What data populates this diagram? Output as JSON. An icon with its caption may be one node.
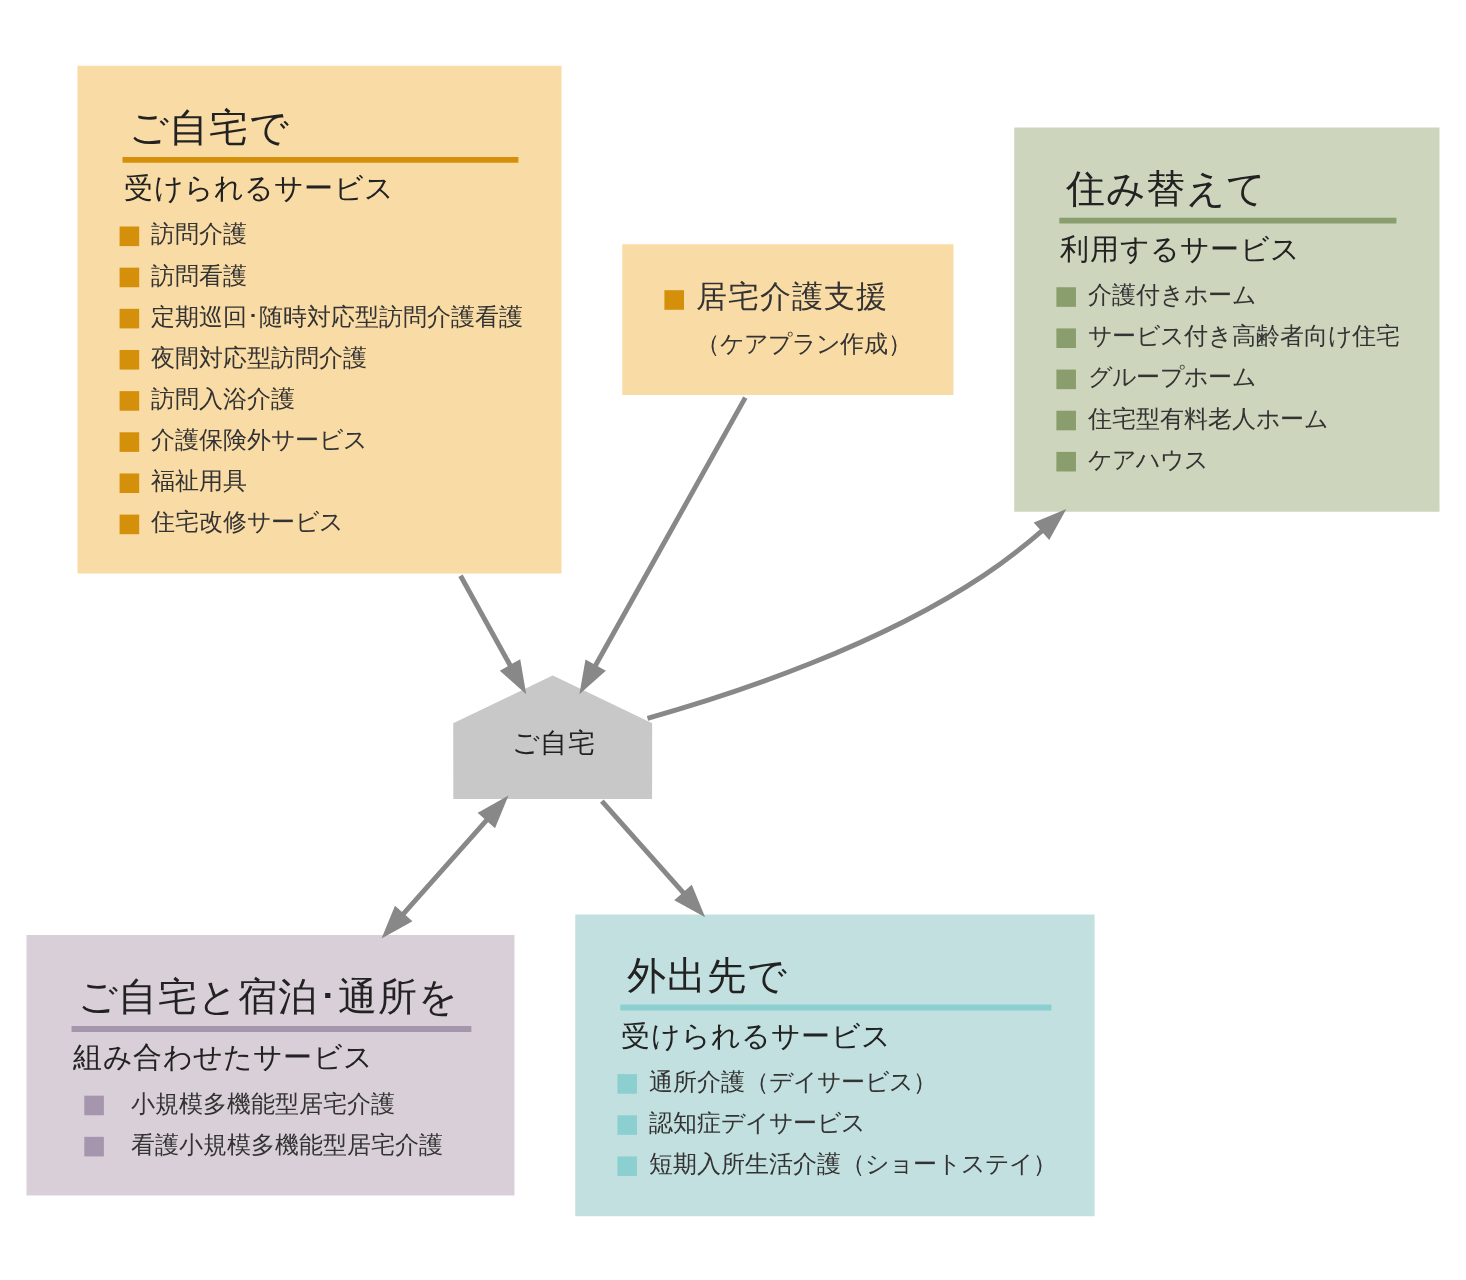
{
  "diagram": {
    "nodes": [
      {
        "text": [
          "ご自宅で",
          "受けられるサービス",
          "訪問介護",
          "訪問看護",
          "定期巡回･随時対応型訪問介護看護",
          "夜間対応型訪問介護",
          "訪問入浴介護",
          "介護保険外サービス",
          "福祉用具",
          "住宅改修サービス"
        ]
      },
      {
        "text": [
          "居宅介護支援",
          "（ケアプラン作成）"
        ]
      },
      {
        "text": [
          "住み替えて",
          "利用するサービス",
          "介護付きホーム",
          "サービス付き高齢者向け住宅",
          "グループホーム",
          "住宅型有料老人ホーム",
          "ケアハウス"
        ]
      },
      {
        "text": [
          "ご自宅"
        ]
      },
      {
        "text": [
          "ご自宅と宿泊･通所を",
          "組み合わせたサービス",
          "小規模多機能型居宅介護",
          "看護小規模多機能型居宅介護"
        ]
      },
      {
        "text": [
          "外出先で",
          "受けられるサービス",
          "通所介護（デイサービス）",
          "認知症デイサービス",
          "短期入所生活介護（ショートステイ）"
        ]
      }
    ],
    "edges": [
      {
        "from": 0,
        "to": 3,
        "arrow": "to"
      },
      {
        "from": 1,
        "to": 3,
        "arrow": "to"
      },
      {
        "from": 3,
        "to": 2,
        "arrow": "to"
      },
      {
        "from": 3,
        "to": 4,
        "arrow": "both"
      },
      {
        "from": 3,
        "to": 5,
        "arrow": "to"
      }
    ]
  }
}
